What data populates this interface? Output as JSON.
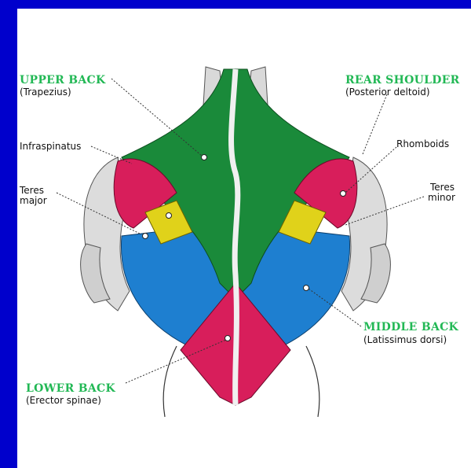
{
  "colors": {
    "frame": "#0000cc",
    "label_title": "#22b855",
    "trapezius": "#1a8a3a",
    "latissimus": "#1e7fd0",
    "deltoid_red": "#d81e5b",
    "teres_yellow": "#e0d21a",
    "erector": "#d81e5b",
    "bone": "#f0f0f0"
  },
  "labels": {
    "upper_back": {
      "title": "UPPER BACK",
      "sub": "(Trapezius)"
    },
    "rear_shoulder": {
      "title": "REAR SHOULDER",
      "sub": "(Posterior deltoid)"
    },
    "infraspinatus": "Infraspinatus",
    "rhomboids": "Rhomboids",
    "teres_major_1": "Teres",
    "teres_major_2": "major",
    "teres_minor_1": "Teres",
    "teres_minor_2": "minor",
    "middle_back": {
      "title": "MIDDLE BACK",
      "sub": "(Latissimus dorsi)"
    },
    "lower_back": {
      "title": "LOWER BACK",
      "sub": "(Erector spinae)"
    }
  }
}
